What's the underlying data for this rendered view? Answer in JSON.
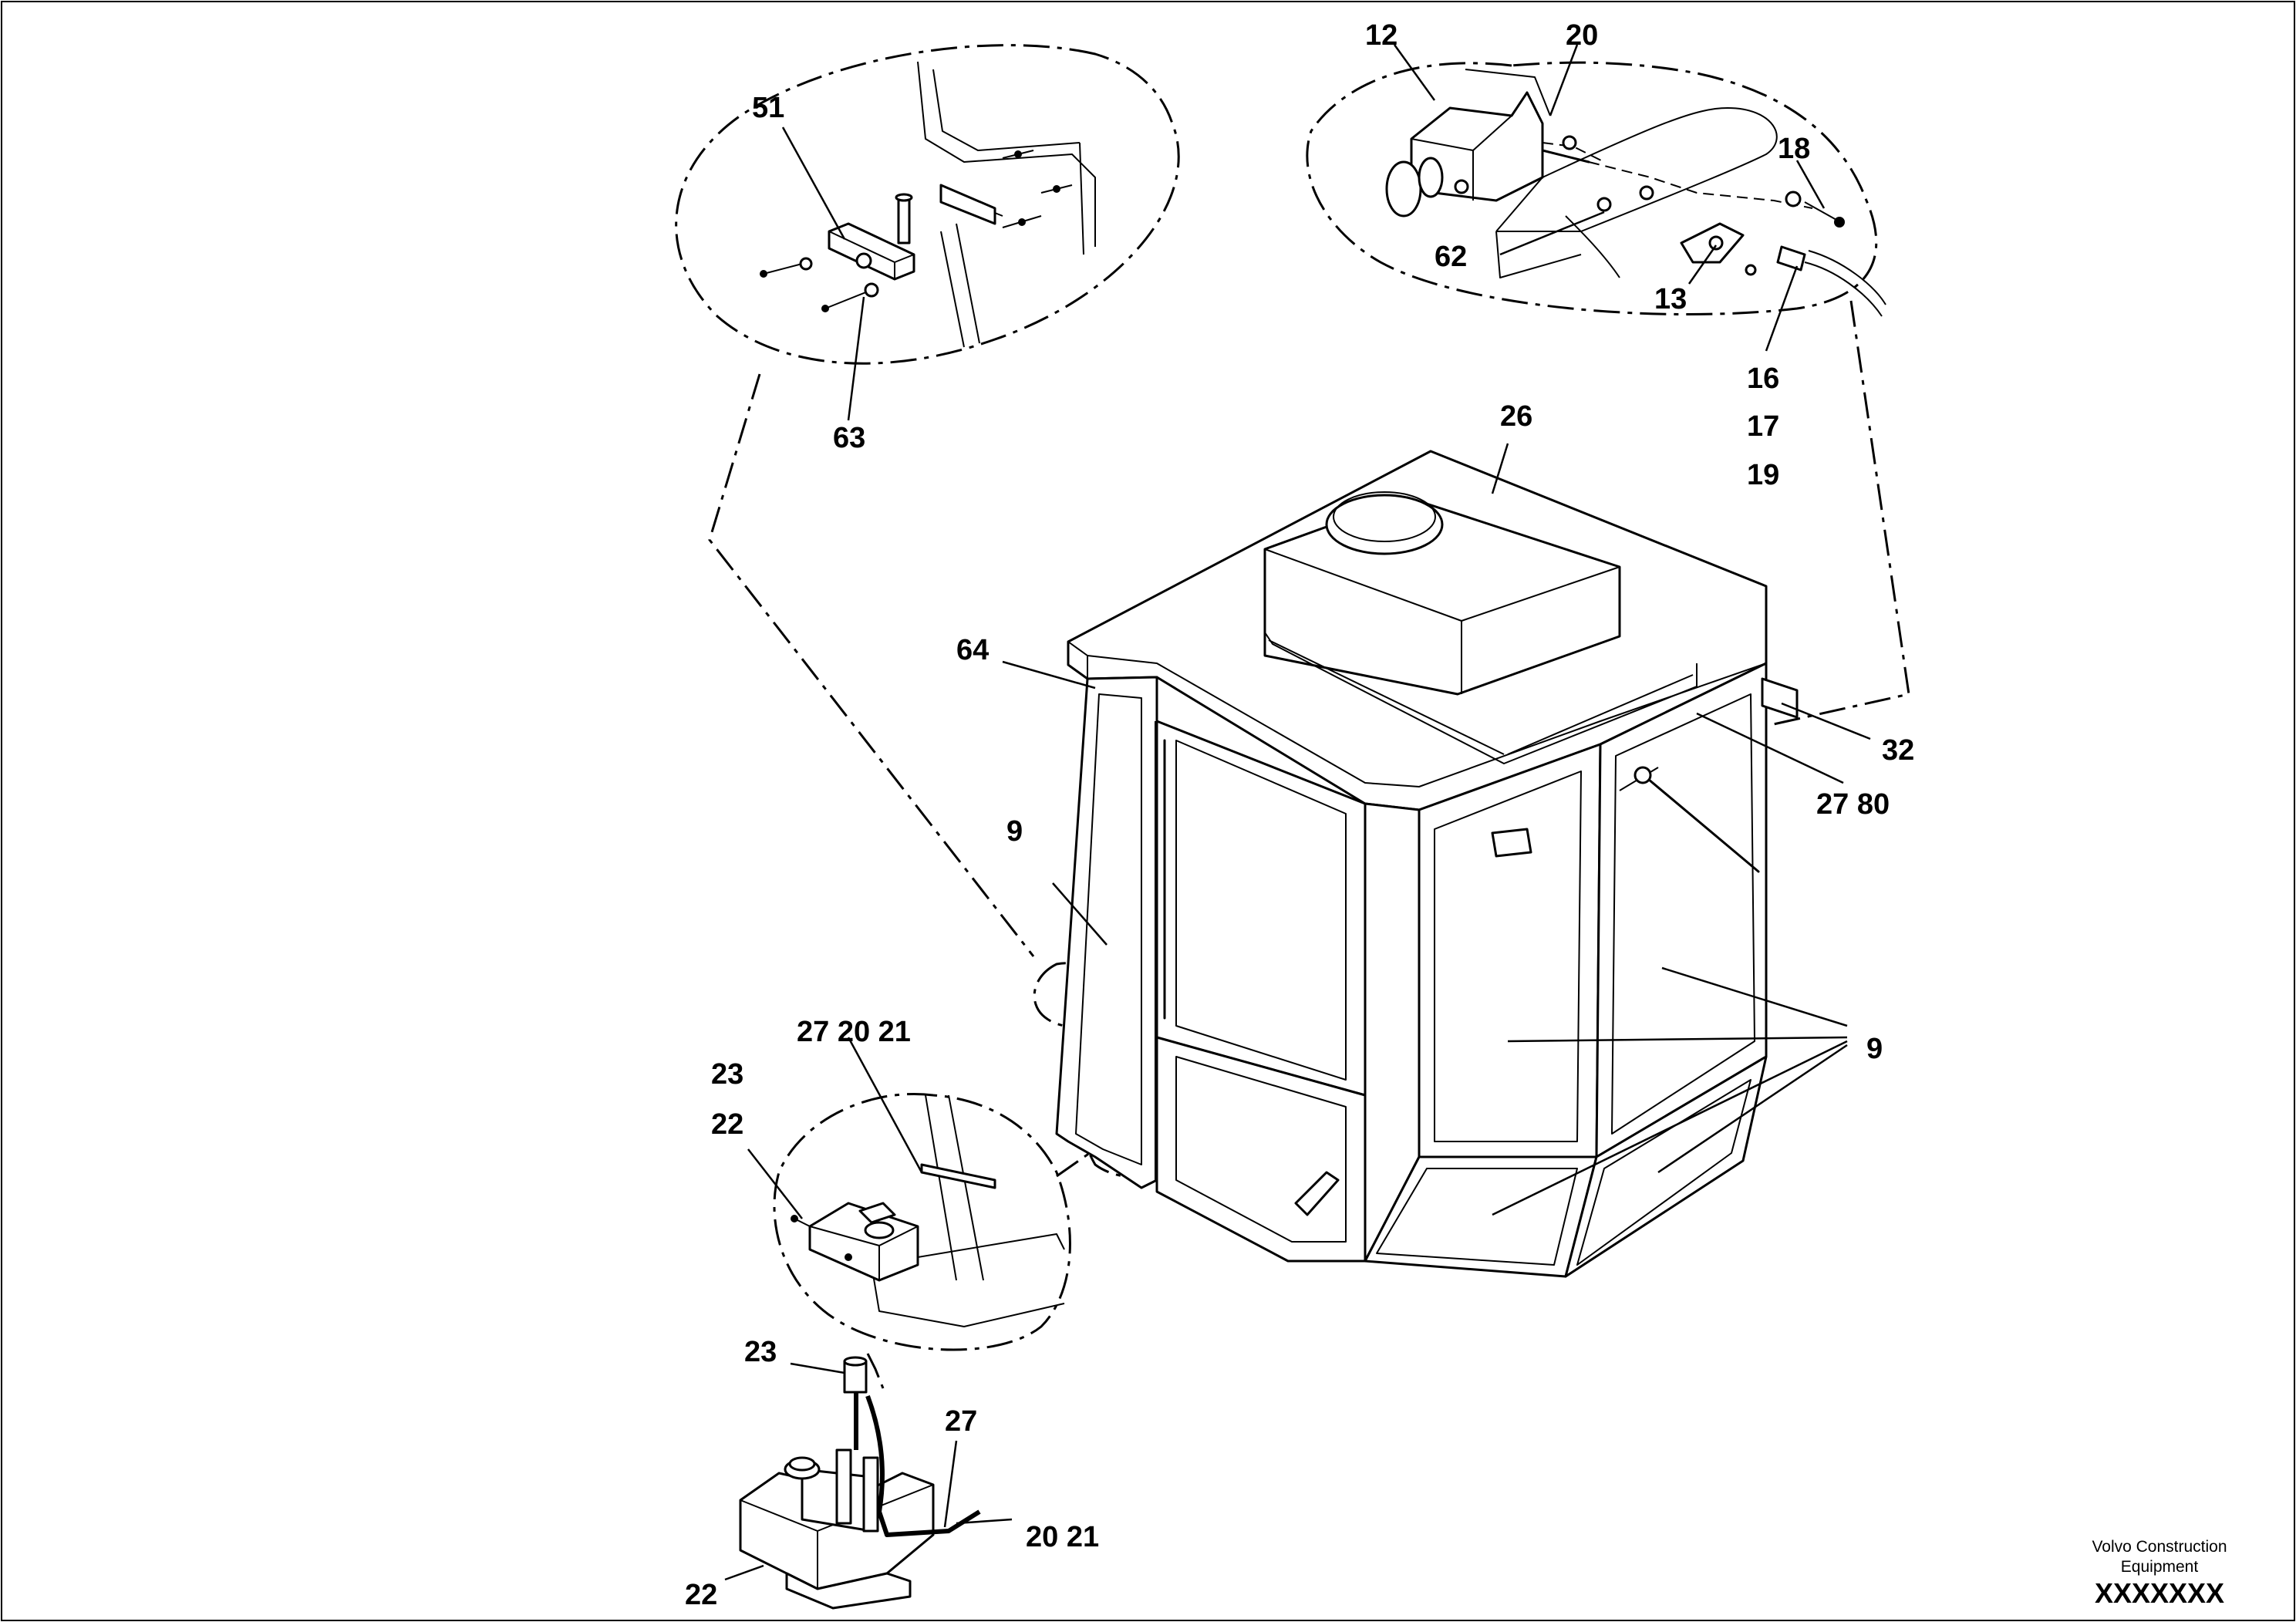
{
  "callouts": {
    "c12": "12",
    "c20_top": "20",
    "c18": "18",
    "c62": "62",
    "c13": "13",
    "c16": "16",
    "c17": "17",
    "c19": "19",
    "c51": "51",
    "c63": "63",
    "c26": "26",
    "c64": "64",
    "c32": "32",
    "c27_80": "27  80",
    "c9_left": "9",
    "c9_right": "9",
    "c27_20_21": "27  20  21",
    "c23_upper": "23",
    "c22_upper": "22",
    "c23_lower": "23",
    "c27_lower": "27",
    "c20_21_lower": "20  21",
    "c22_lower": "22"
  },
  "footer": {
    "brand_line1": "Volvo Construction",
    "brand_line2": "Equipment",
    "code": "XXXXXXX"
  }
}
